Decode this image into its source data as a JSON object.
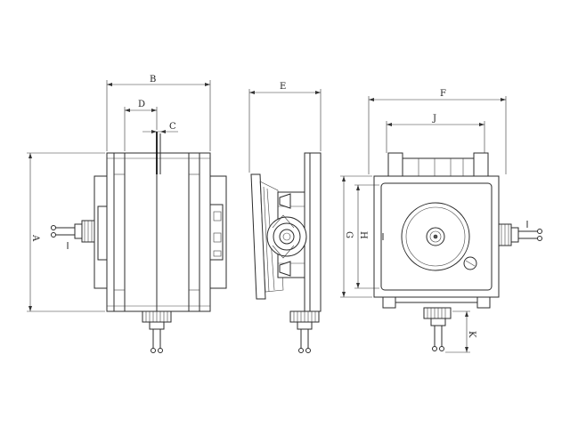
{
  "dimensions": {
    "A": "A",
    "B": "B",
    "C": "C",
    "D": "D",
    "E": "E",
    "F": "F",
    "G": "G",
    "H": "H",
    "J": "J",
    "K": "K"
  }
}
